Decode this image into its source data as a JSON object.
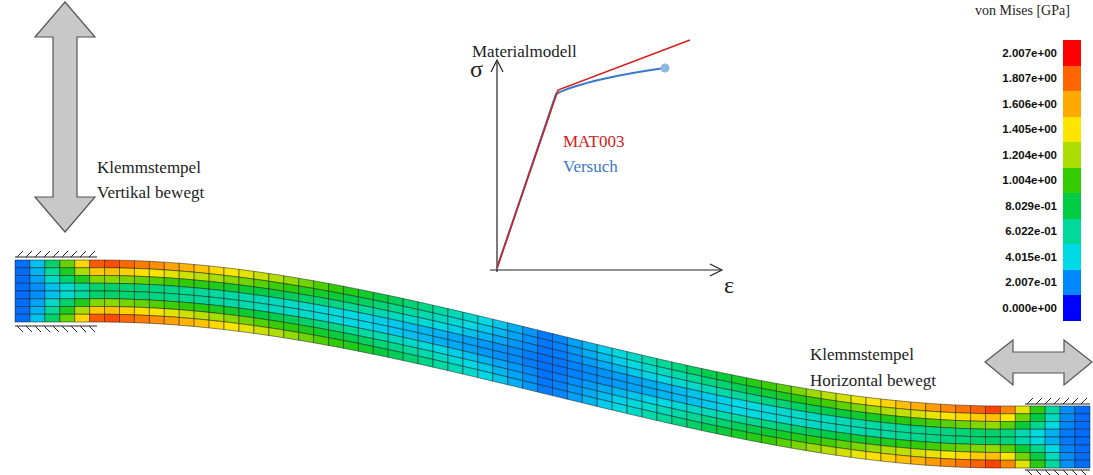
{
  "diagram": {
    "labels": [
      "Klemmstempel",
      "Vertikal bewegt",
      "Materialmodell",
      "σ",
      "ε",
      "MAT003",
      "Versuch",
      "von Mises [GPa]",
      "Klemmstempel",
      "Horizontal bewegt"
    ],
    "legend": [
      {
        "text": "2.007e+00",
        "color": "#ff0000"
      },
      {
        "text": "1.807e+00",
        "color": "#ff6600"
      },
      {
        "text": "1.606e+00",
        "color": "#ffaa00"
      },
      {
        "text": "1.405e+00",
        "color": "#ffe600"
      },
      {
        "text": "1.204e+00",
        "color": "#aadd00"
      },
      {
        "text": "1.004e+00",
        "color": "#33cc00"
      },
      {
        "text": "8.029e-01",
        "color": "#00cc44"
      },
      {
        "text": "6.022e-01",
        "color": "#00d999"
      },
      {
        "text": "4.015e-01",
        "color": "#00d9e6"
      },
      {
        "text": "2.007e-01",
        "color": "#0088ff"
      },
      {
        "text": "0.000e+00",
        "color": "#0000ff"
      }
    ]
  }
}
